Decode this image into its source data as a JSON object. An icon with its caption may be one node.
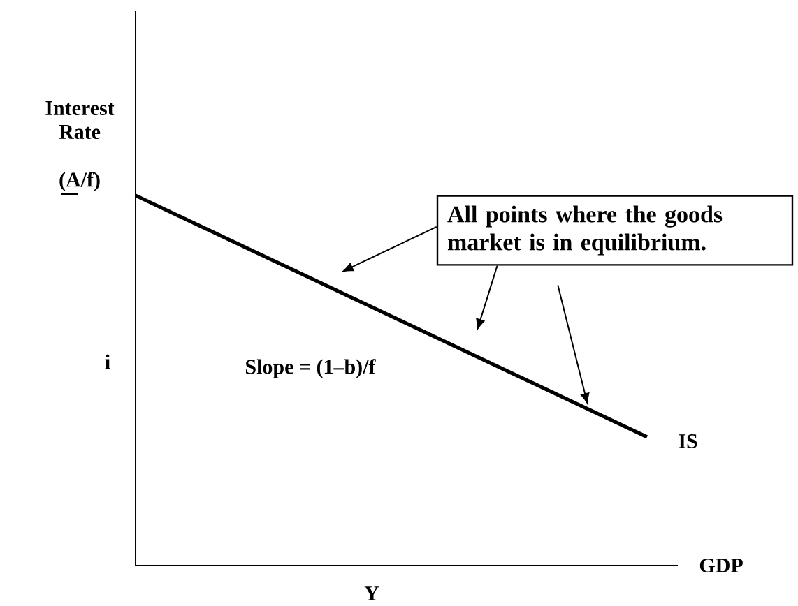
{
  "diagram": {
    "nodes": [
      {
        "text": [
          "All points where the goods market is in equilibrium."
        ]
      },
      {
        "text": [],
        "shape": "line"
      }
    ],
    "edges": [
      {
        "from": 0,
        "to": 1,
        "arrow": "to"
      },
      {
        "from": 0,
        "to": 1,
        "arrow": "to"
      },
      {
        "from": 0,
        "to": 1,
        "arrow": "to"
      }
    ],
    "labels": [
      "Interest Rate",
      "(A/f)",
      "i",
      "Slope = (1–b)/f",
      "IS",
      "GDP",
      "Y"
    ]
  }
}
